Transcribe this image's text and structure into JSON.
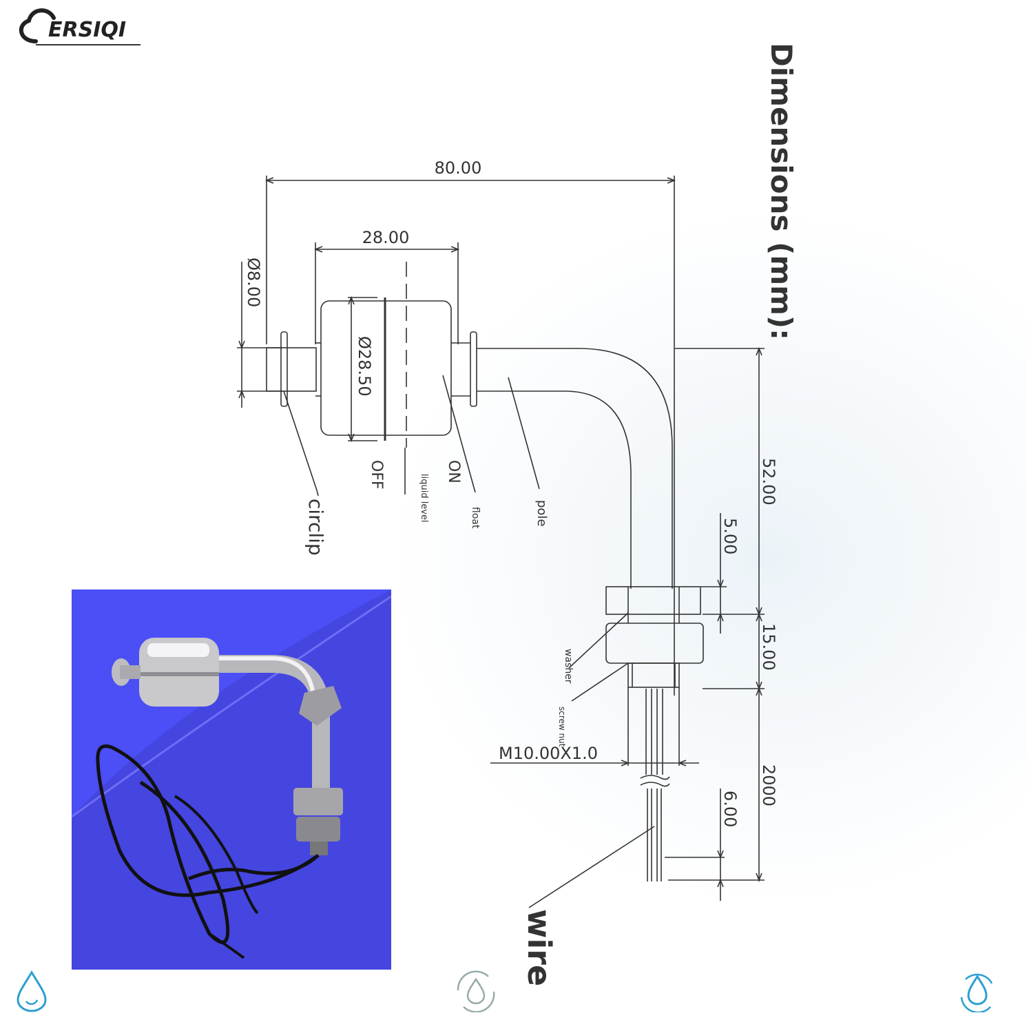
{
  "brand": {
    "logo_text": "ERSIQI"
  },
  "heading": "Dimensions (mm):",
  "dimensions": {
    "overall_length": "80.00",
    "float_length": "28.00",
    "stem_diameter": "Ø8.00",
    "float_diameter": "Ø28.50",
    "vertical_height": "52.00",
    "nut_height": "5.00",
    "thread_height": "15.00",
    "thread_spec": "M10.00X1.0",
    "wire_length": "2000",
    "wire_strip": "6.00"
  },
  "labels": {
    "circlip": "circlip",
    "off": "OFF",
    "liquid_level": "liquid level",
    "on": "ON",
    "float": "float",
    "pole": "pole",
    "washer": "washer",
    "screw_nut": "screw nut",
    "wire": "wire"
  },
  "colors": {
    "photo_bg": "#4b4ff5",
    "line": "#333333",
    "icon": "#2a9fd0"
  },
  "icons": [
    "water-drop-recycle-icon",
    "water-cycle-icon",
    "water-drop-arrows-icon"
  ]
}
